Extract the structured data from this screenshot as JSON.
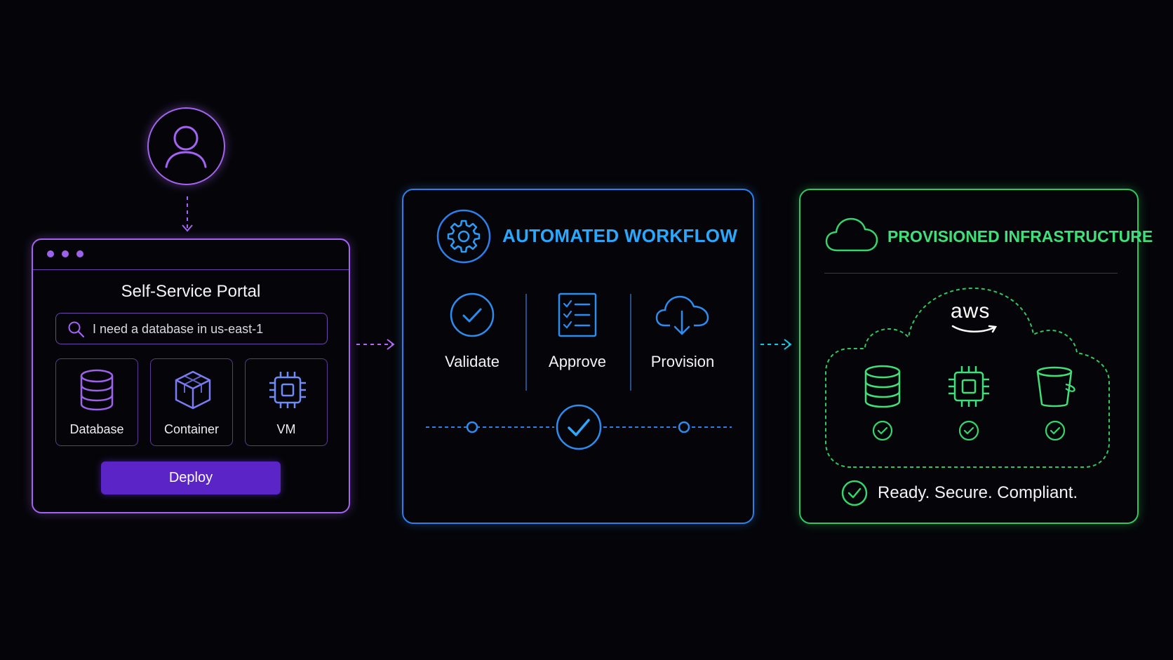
{
  "colors": {
    "background": "#050509",
    "portal_accent": "#a463f2",
    "deploy_button": "#5a24c7",
    "workflow_accent": "#2d7fea",
    "workflow_title": "#29a8ff",
    "infra_accent": "#2fc85f",
    "infra_title": "#3fe07a"
  },
  "user": {
    "icon": "user-icon"
  },
  "portal": {
    "title": "Self-Service Portal",
    "search": {
      "value": "I need a database in us-east-1",
      "icon": "search-icon"
    },
    "resources": [
      {
        "label": "Database",
        "icon": "database-icon"
      },
      {
        "label": "Container",
        "icon": "container-icon"
      },
      {
        "label": "VM",
        "icon": "chip-icon"
      }
    ],
    "deploy_label": "Deploy"
  },
  "workflow": {
    "title": "AUTOMATED WORKFLOW",
    "icon": "gear-icon",
    "steps": [
      {
        "label": "Validate",
        "icon": "check-circle-icon"
      },
      {
        "label": "Approve",
        "icon": "checklist-icon"
      },
      {
        "label": "Provision",
        "icon": "cloud-download-icon"
      }
    ],
    "timeline_icon": "check-circle-icon"
  },
  "infra": {
    "title": "PROVISIONED INFRASTRUCTURE",
    "icon": "cloud-icon",
    "provider": "aws",
    "resources": [
      {
        "icon": "database-icon",
        "status_icon": "check-circle-icon"
      },
      {
        "icon": "chip-icon",
        "status_icon": "check-circle-icon"
      },
      {
        "icon": "bucket-icon",
        "status_icon": "check-circle-icon"
      }
    ],
    "status": "Ready. Secure. Compliant."
  }
}
